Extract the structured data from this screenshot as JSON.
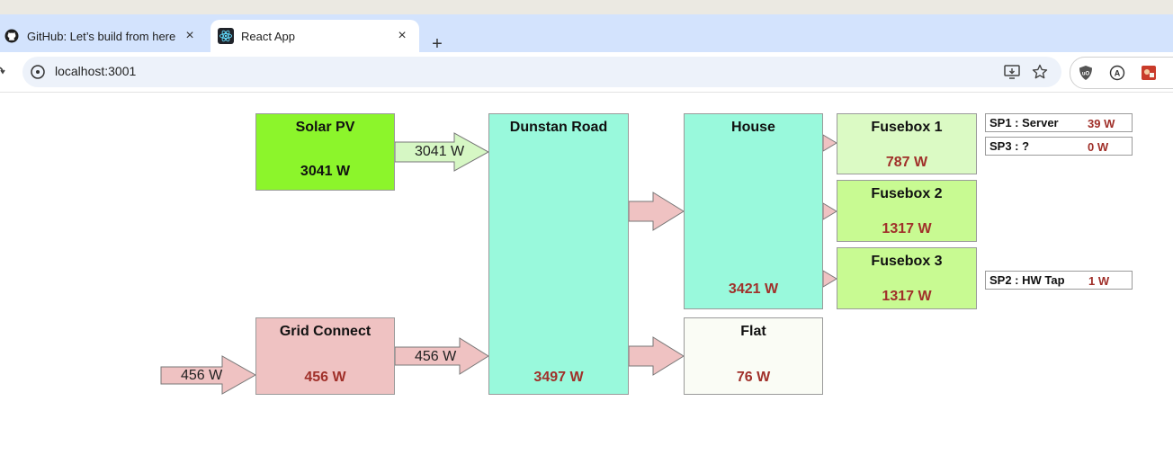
{
  "browser": {
    "tabs": [
      {
        "label": "GitHub: Let’s build from here",
        "icon": "github-icon",
        "active": false
      },
      {
        "label": "React App",
        "icon": "react-icon",
        "active": true
      }
    ],
    "close_glyph": "×",
    "new_tab_glyph": "+",
    "address": "localhost:3001"
  },
  "diagram": {
    "solar": {
      "title": "Solar PV",
      "value": "3041 W"
    },
    "grid": {
      "title": "Grid Connect",
      "value": "456 W"
    },
    "dunstan": {
      "title": "Dunstan Road",
      "value": "3497 W"
    },
    "house": {
      "title": "House",
      "value": "3421 W"
    },
    "flat": {
      "title": "Flat",
      "value": "76 W"
    },
    "fusebox1": {
      "title": "Fusebox 1",
      "value": "787 W"
    },
    "fusebox2": {
      "title": "Fusebox 2",
      "value": "1317 W"
    },
    "fusebox3": {
      "title": "Fusebox 3",
      "value": "1317 W"
    },
    "arrows": {
      "solar_to_dunstan": "3041 W",
      "grid_in": "456 W",
      "grid_to_dunstan": "456 W"
    },
    "subpanels": [
      {
        "name": "SP1 : Server",
        "value": "39 W"
      },
      {
        "name": "SP3 : ?",
        "value": "0 W"
      },
      {
        "name": "SP2 : HW Tap",
        "value": "1 W"
      }
    ]
  },
  "colors": {
    "solar": "#8cf52b",
    "solar_arrow": "#d6f7c4",
    "grid": "#efc2c2",
    "dunstan": "#99f9dc",
    "house": "#99f9dc",
    "flat": "#fafcf5",
    "fusebox1": "#dbfac4",
    "fusebox": "#c8fa92",
    "value_red": "#a0302a"
  }
}
